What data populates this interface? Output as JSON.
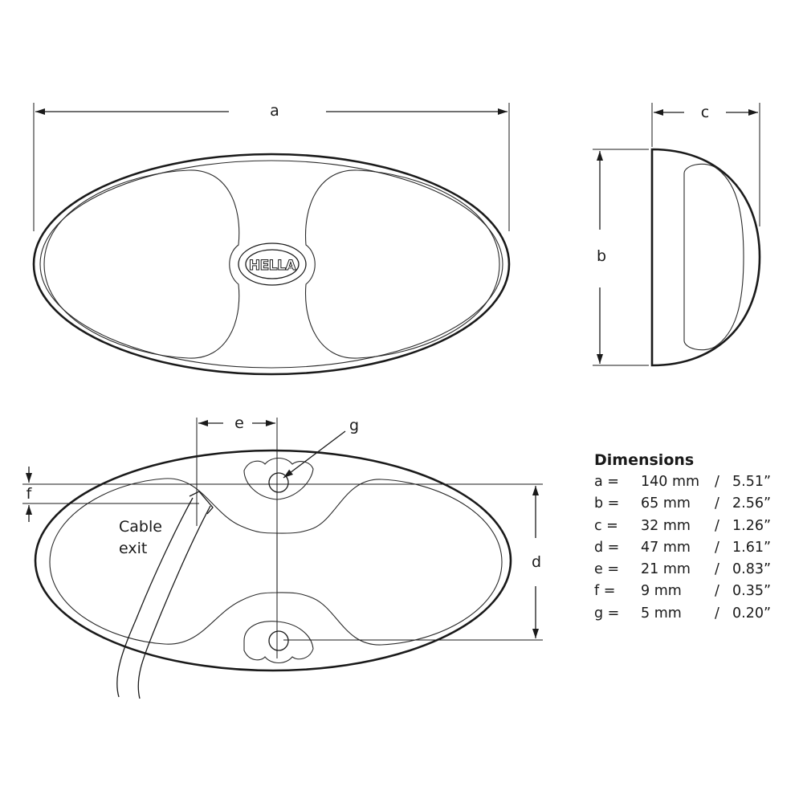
{
  "labels": {
    "a": "a",
    "b": "b",
    "c": "c",
    "d": "d",
    "e": "e",
    "f": "f",
    "g": "g",
    "cable_line1": "Cable",
    "cable_line2": "exit",
    "logo": "HELLA"
  },
  "legend": {
    "title": "Dimensions",
    "rows": [
      {
        "key": "a =",
        "mm": "140 mm",
        "sep": "/",
        "inch": "5.51”"
      },
      {
        "key": "b =",
        "mm": "65 mm",
        "sep": "/",
        "inch": "2.56”"
      },
      {
        "key": "c =",
        "mm": "32 mm",
        "sep": "/",
        "inch": "1.26”"
      },
      {
        "key": "d =",
        "mm": "47 mm",
        "sep": "/",
        "inch": "1.61”"
      },
      {
        "key": "e =",
        "mm": "21 mm",
        "sep": "/",
        "inch": "0.83”"
      },
      {
        "key": "f =",
        "mm": "9 mm",
        "sep": "/",
        "inch": "0.35”"
      },
      {
        "key": "g =",
        "mm": "5 mm",
        "sep": "/",
        "inch": "0.20”"
      }
    ]
  }
}
